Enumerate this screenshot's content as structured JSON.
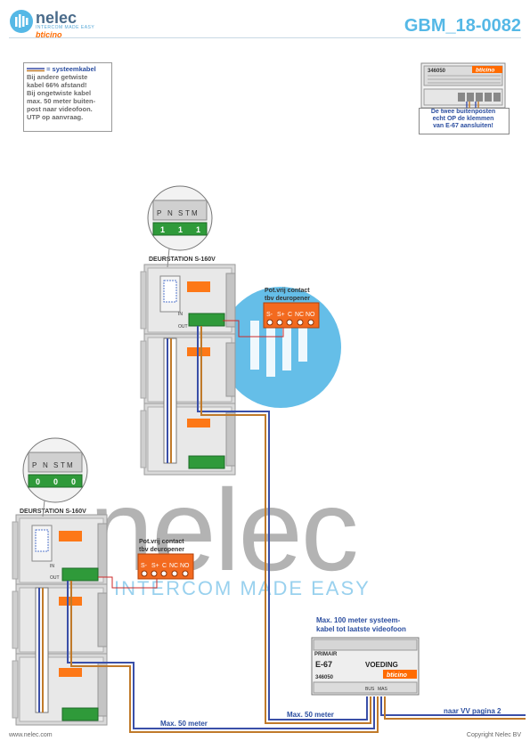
{
  "header": {
    "brand": "nelec",
    "brand_sub": "INTERCOM MADE EASY",
    "brand_partner": "bticino",
    "doc_code": "GBM_18-0082"
  },
  "note": {
    "legend": "= systeemkabel",
    "lines": [
      "Bij andere getwiste",
      "kabel 66% afstand!",
      "Bij ongetwiste kabel",
      "max. 50 meter buiten-",
      "post naar videofoon.",
      "UTP op aanvraag."
    ]
  },
  "terminal_card": {
    "code": "346050",
    "brand": "bticino",
    "warning_lines": [
      "De twee buitenposten",
      "echt OP de klemmen",
      "van E-67 aansluiten!"
    ]
  },
  "station_top": {
    "title": "DEURSTATION S-160V",
    "jumper_labels": [
      "P",
      "N",
      "S",
      "T",
      "M"
    ],
    "jumper_values": [
      "1",
      "1",
      "1"
    ],
    "contact_label_1": "Pot.vrij contact",
    "contact_label_2": "tbv deuropener",
    "contact_terms": [
      "S-",
      "S+",
      "C",
      "NC",
      "NO"
    ],
    "in_label": "IN",
    "out_label": "OUT"
  },
  "station_bottom": {
    "title": "DEURSTATION S-160V",
    "jumper_labels": [
      "P",
      "N",
      "S",
      "T",
      "M"
    ],
    "jumper_values": [
      "0",
      "0",
      "0"
    ],
    "contact_label_1": "Pot.vrij contact",
    "contact_label_2": "tbv deuropener",
    "contact_terms": [
      "S-",
      "S+",
      "C",
      "NC",
      "NO"
    ],
    "in_label": "IN",
    "out_label": "OUT"
  },
  "power_supply": {
    "caption_1": "Max. 100 meter systeem-",
    "caption_2": "kabel tot laatste videofoon",
    "primair": "PRIMAIR",
    "model": "E-67",
    "name": "VOEDING",
    "brand": "bticino",
    "code": "346050",
    "bus_labels": [
      "BUS",
      "MAS"
    ]
  },
  "cables": {
    "distance_left": "Max. 50 meter",
    "distance_middle": "Max. 50 meter",
    "to_next_page": "naar VV pagina 2"
  },
  "watermark": {
    "name": "nelec",
    "slogan": "INTERCOM MADE EASY"
  },
  "footer": {
    "website": "www.nelec.com",
    "copyright": "Copyright Nelec BV"
  },
  "colors": {
    "cable_blue": "#3a4fa8",
    "cable_brown": "#c07a2a",
    "contact_orange": "#f36a1f",
    "terminal_green": "#2f9a3a",
    "accent_blue": "#55b8e6"
  }
}
